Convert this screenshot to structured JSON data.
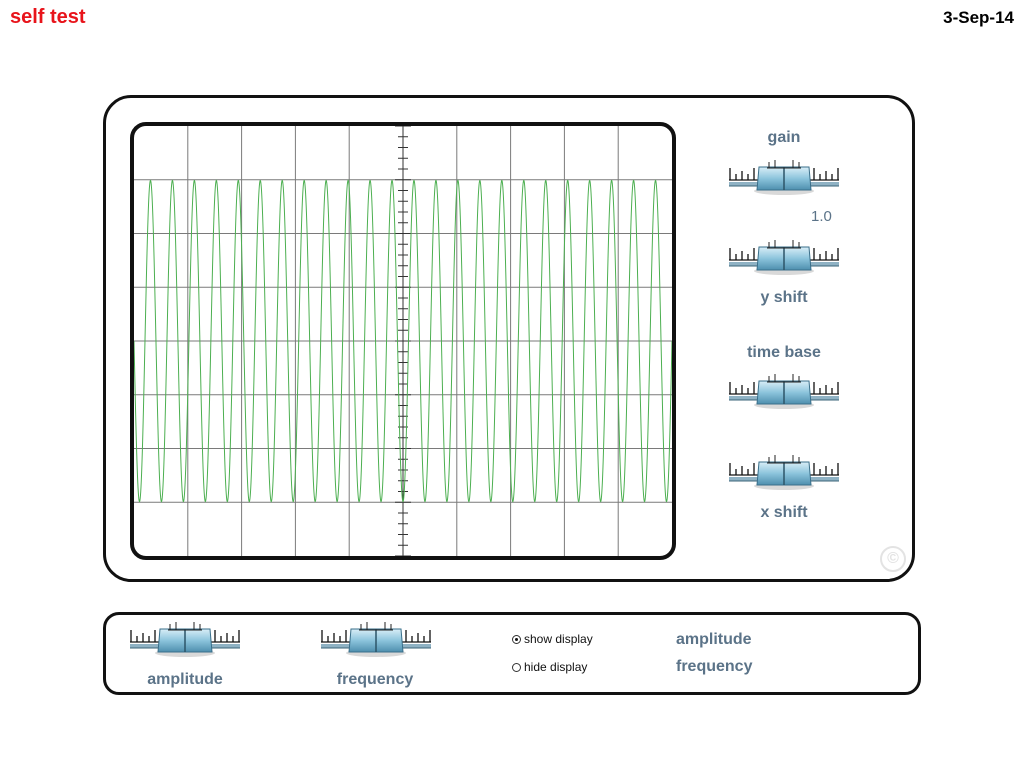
{
  "header": {
    "title": "self test",
    "date": "3-Sep-14"
  },
  "scope": {
    "cycles_across_screen": 24.5,
    "amplitude_fraction_of_half_height": 0.97,
    "trace_color": "#4caf50",
    "grid_color": "#7a7a7a"
  },
  "controls": {
    "gain": {
      "label": "gain",
      "value": "1.0"
    },
    "y_shift": {
      "label": "y shift"
    },
    "time_base": {
      "label": "time base"
    },
    "x_shift": {
      "label": "x shift"
    }
  },
  "bottom": {
    "amplitude_label": "amplitude",
    "frequency_label": "frequency",
    "show_display": "show display",
    "hide_display": "hide display",
    "readout_amplitude": "amplitude",
    "readout_frequency": "frequency"
  },
  "copyright": "©"
}
